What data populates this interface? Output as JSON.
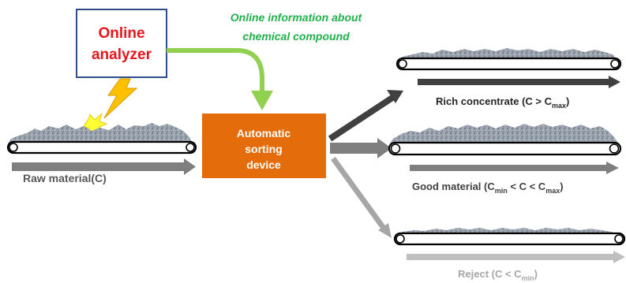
{
  "analyzer": {
    "line1": "Online",
    "line2": "analyzer"
  },
  "info_annotation": {
    "line1": "Online information about",
    "line2": "chemical compound"
  },
  "sorter": {
    "line1": "Automatic",
    "line2": "sorting",
    "line3": "device"
  },
  "raw_material_label": "Raw material(C)",
  "outputs": {
    "rich": {
      "label_main": "Rich concentrate (C > C",
      "label_sub": "max",
      "label_end": ")"
    },
    "good": {
      "label_a": "Good material (C",
      "label_sub1": "min",
      "label_b": " < C < C",
      "label_sub2": "max",
      "label_end": ")"
    },
    "reject": {
      "label_main": "Reject (C < C",
      "label_sub": "min",
      "label_end": ")"
    }
  },
  "colors": {
    "analyzer_border": "#2f4d87",
    "analyzer_text": "#e8141b",
    "info_text": "#22b04b",
    "green_arrow": "#92d050",
    "sorter_fill": "#e46c0a",
    "sorter_text": "#ffffff",
    "lightning": "#ffc000",
    "spark": "#ffff33",
    "label_dark": "#404040",
    "label_gray": "#7f7f7f",
    "label_light": "#a6a6a6"
  }
}
